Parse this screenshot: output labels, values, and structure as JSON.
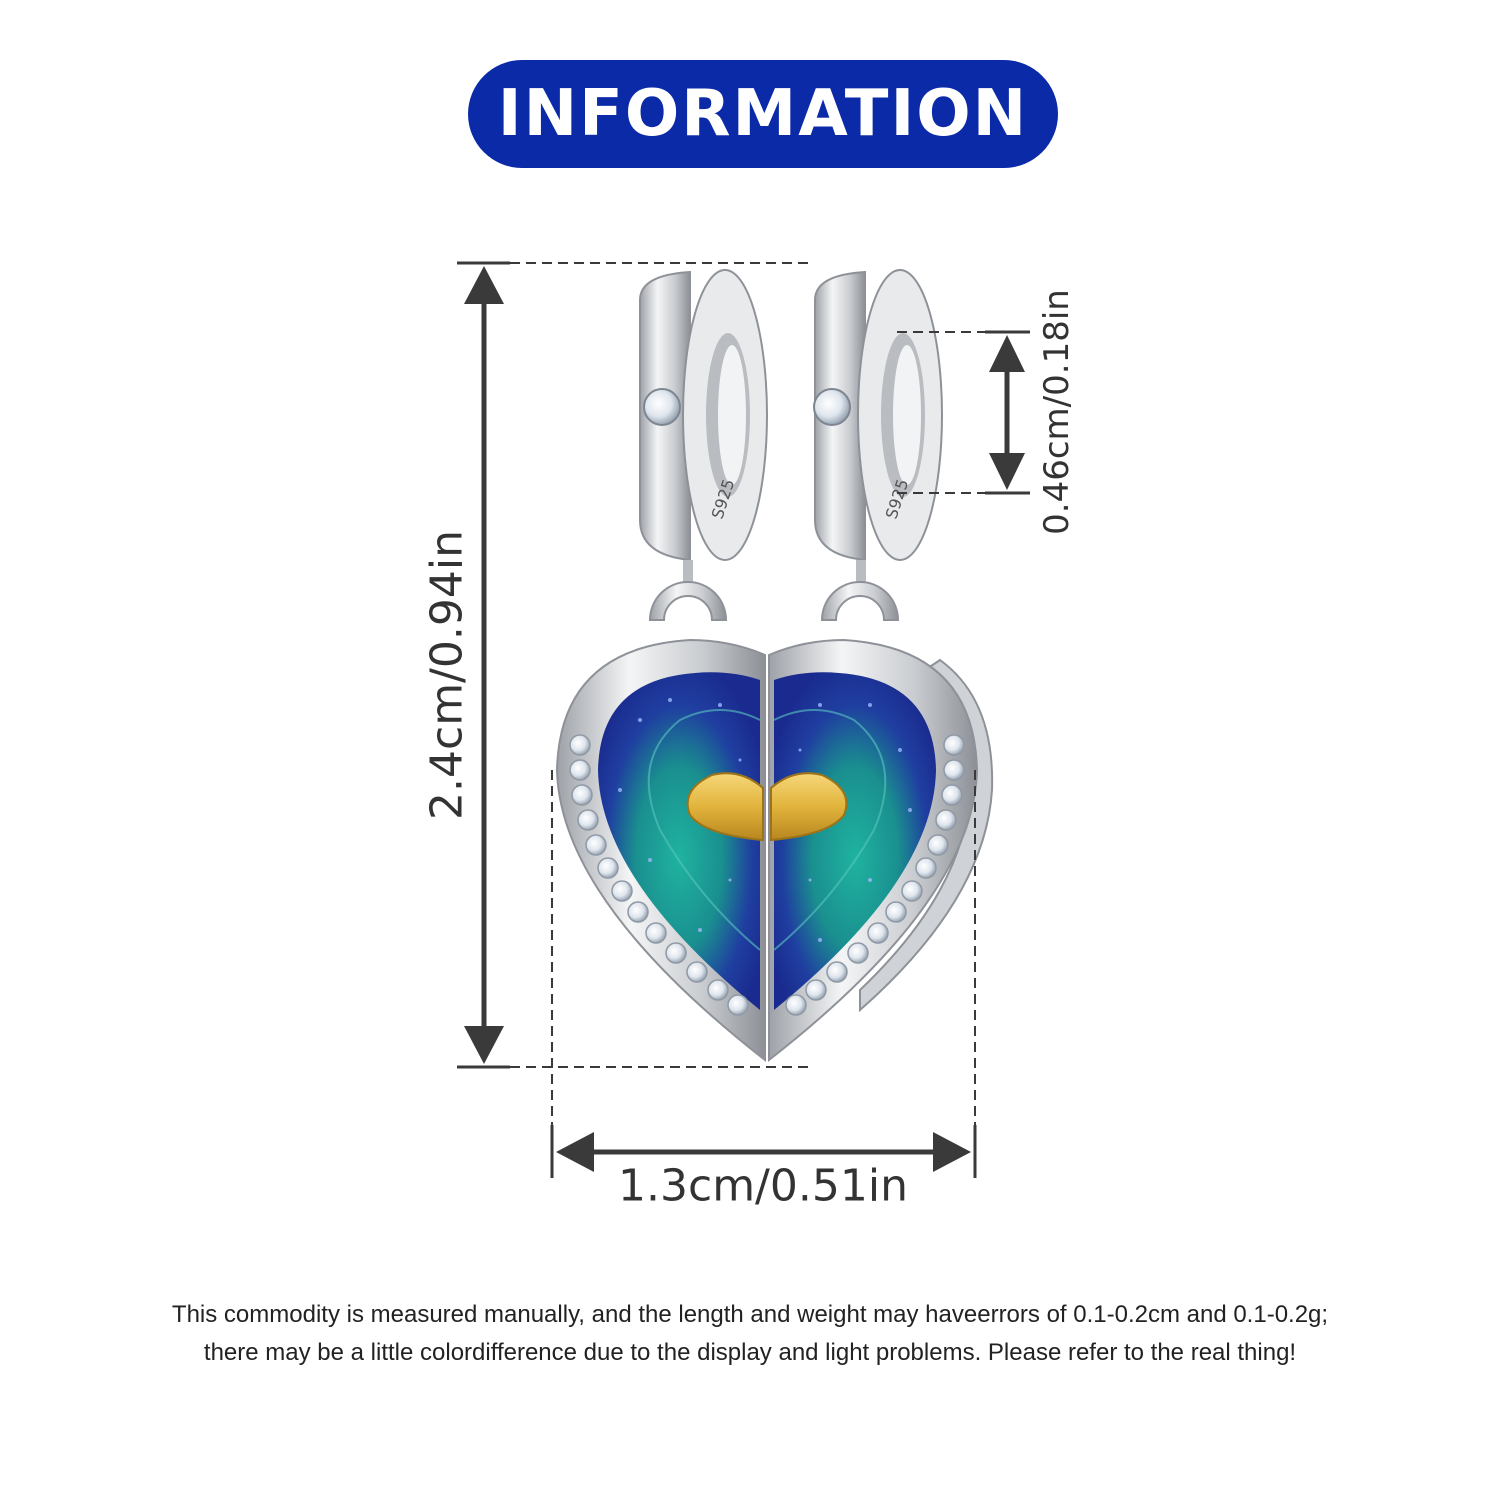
{
  "header": {
    "title": "INFORMATION"
  },
  "product": {
    "stamp_mark": "S925",
    "colors": {
      "banner": "#0a2aa8",
      "enamel_outer": "#1e2f9e",
      "enamel_inner": "#1aa89a",
      "gold_heart": "#e2b43c",
      "silver": "#d8dadd",
      "dimension_lines": "#3a3a3a"
    }
  },
  "dimensions": {
    "height": "2.4cm/0.94in",
    "hole": "0.46cm/0.18in",
    "width": "1.3cm/0.51in"
  },
  "notes": {
    "line1": "This commodity is measured manually, and the length and weight may haveerrors of 0.1-0.2cm and 0.1-0.2g;",
    "line2": "there may be a little colordifference due to the display and light problems. Please refer to the real thing!"
  }
}
